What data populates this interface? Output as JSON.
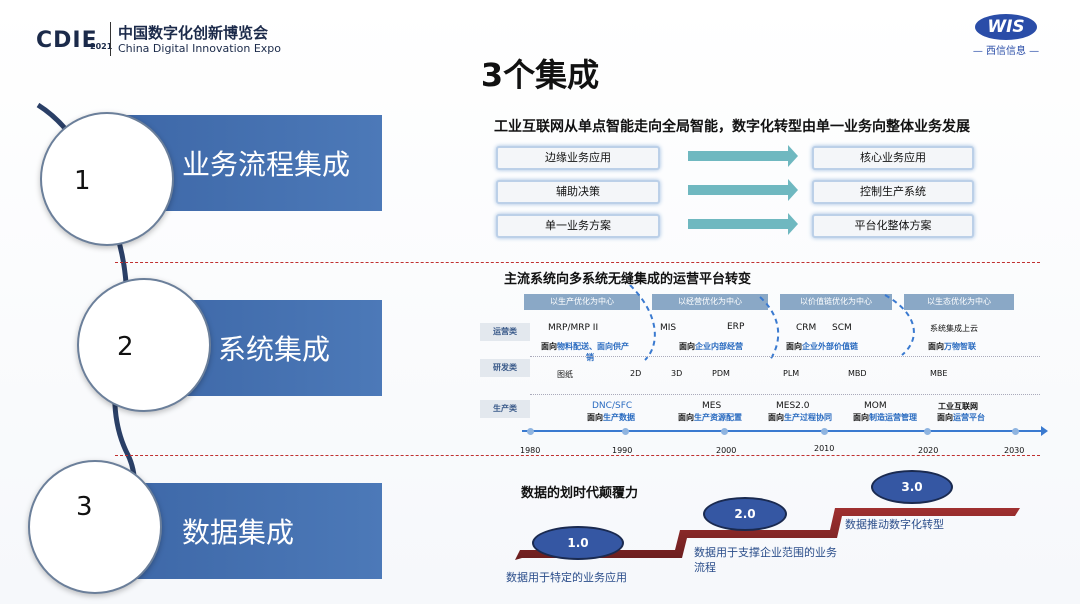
{
  "header": {
    "logo": "CDIE",
    "logo_year": "2021",
    "cn": "中国数字化创新博览会",
    "en": "China Digital Innovation Expo",
    "brand": "WIS",
    "brand_sub": "西信信息"
  },
  "title": "3个集成",
  "pillars": [
    {
      "num": "1",
      "label": "业务流程集成"
    },
    {
      "num": "2",
      "label": "系统集成"
    },
    {
      "num": "3",
      "label": "数据集成"
    }
  ],
  "section1": {
    "title": "工业互联网从单点智能走向全局智能，数字化转型由单一业务向整体业务发展",
    "rows": [
      {
        "from": "边缘业务应用",
        "to": "核心业务应用"
      },
      {
        "from": "辅助决策",
        "to": "控制生产系统"
      },
      {
        "from": "单一业务方案",
        "to": "平台化整体方案"
      }
    ]
  },
  "section2": {
    "title": "主流系统向多系统无缝集成的运营平台转变",
    "phases": [
      "以生产优化为中心",
      "以经营优化为中心",
      "以价值链优化为中心",
      "以生态优化为中心"
    ],
    "row_labels": [
      "运营类",
      "研发类",
      "生产类"
    ],
    "ops": {
      "mrp": "MRP/MRP II",
      "mrp_note_prefix": "面向",
      "mrp_note_hl": "物料配送、面向供产",
      "mrp_note_wrap": "销",
      "mis": "MIS",
      "erp": "ERP",
      "erp_note_prefix": "面向",
      "erp_note_hl": "企业内部经营",
      "crm": "CRM",
      "scm": "SCM",
      "crm_note_prefix": "面向",
      "crm_note_hl": "企业外部价值链",
      "cloud": "系统集成上云",
      "cloud_note_prefix": "面向",
      "cloud_note_hl": "万物智联"
    },
    "rd": {
      "drawing": "图纸",
      "d2": "2D",
      "d3": "3D",
      "pdm": "PDM",
      "plm": "PLM",
      "mbd": "MBD",
      "mbe": "MBE"
    },
    "prod": {
      "dnc": "DNC/SFC",
      "dnc_note_prefix": "面向",
      "dnc_note_hl": "生产数据",
      "mes": "MES",
      "mes_note_prefix": "面向",
      "mes_note_hl": "生产资源配置",
      "mes2": "MES2.0",
      "mes2_note_prefix": "面向",
      "mes2_note_hl": "生产过程协同",
      "mom": "MOM",
      "mom_note_prefix": "面向",
      "mom_note_hl": "制造运营管理",
      "iiot": "工业互联网",
      "iiot_note_prefix": "面向",
      "iiot_note_hl": "运营平台"
    },
    "years": [
      "1980",
      "1990",
      "2000",
      "2010",
      "2020",
      "2030"
    ]
  },
  "section3": {
    "title": "数据的划时代颠覆力",
    "stages": [
      {
        "version": "1.0",
        "text": "数据用于特定的业务应用"
      },
      {
        "version": "2.0",
        "text_line1": "数据用于支撑企业范围的业务",
        "text_line2": "流程"
      },
      {
        "version": "3.0",
        "text": "数据推动数字化转型"
      }
    ]
  },
  "colors": {
    "pillar_blue": "#4470b0",
    "accent": "#2a6bc0",
    "dash_red": "#c03030",
    "arrow_teal": "#6fb8c0"
  }
}
